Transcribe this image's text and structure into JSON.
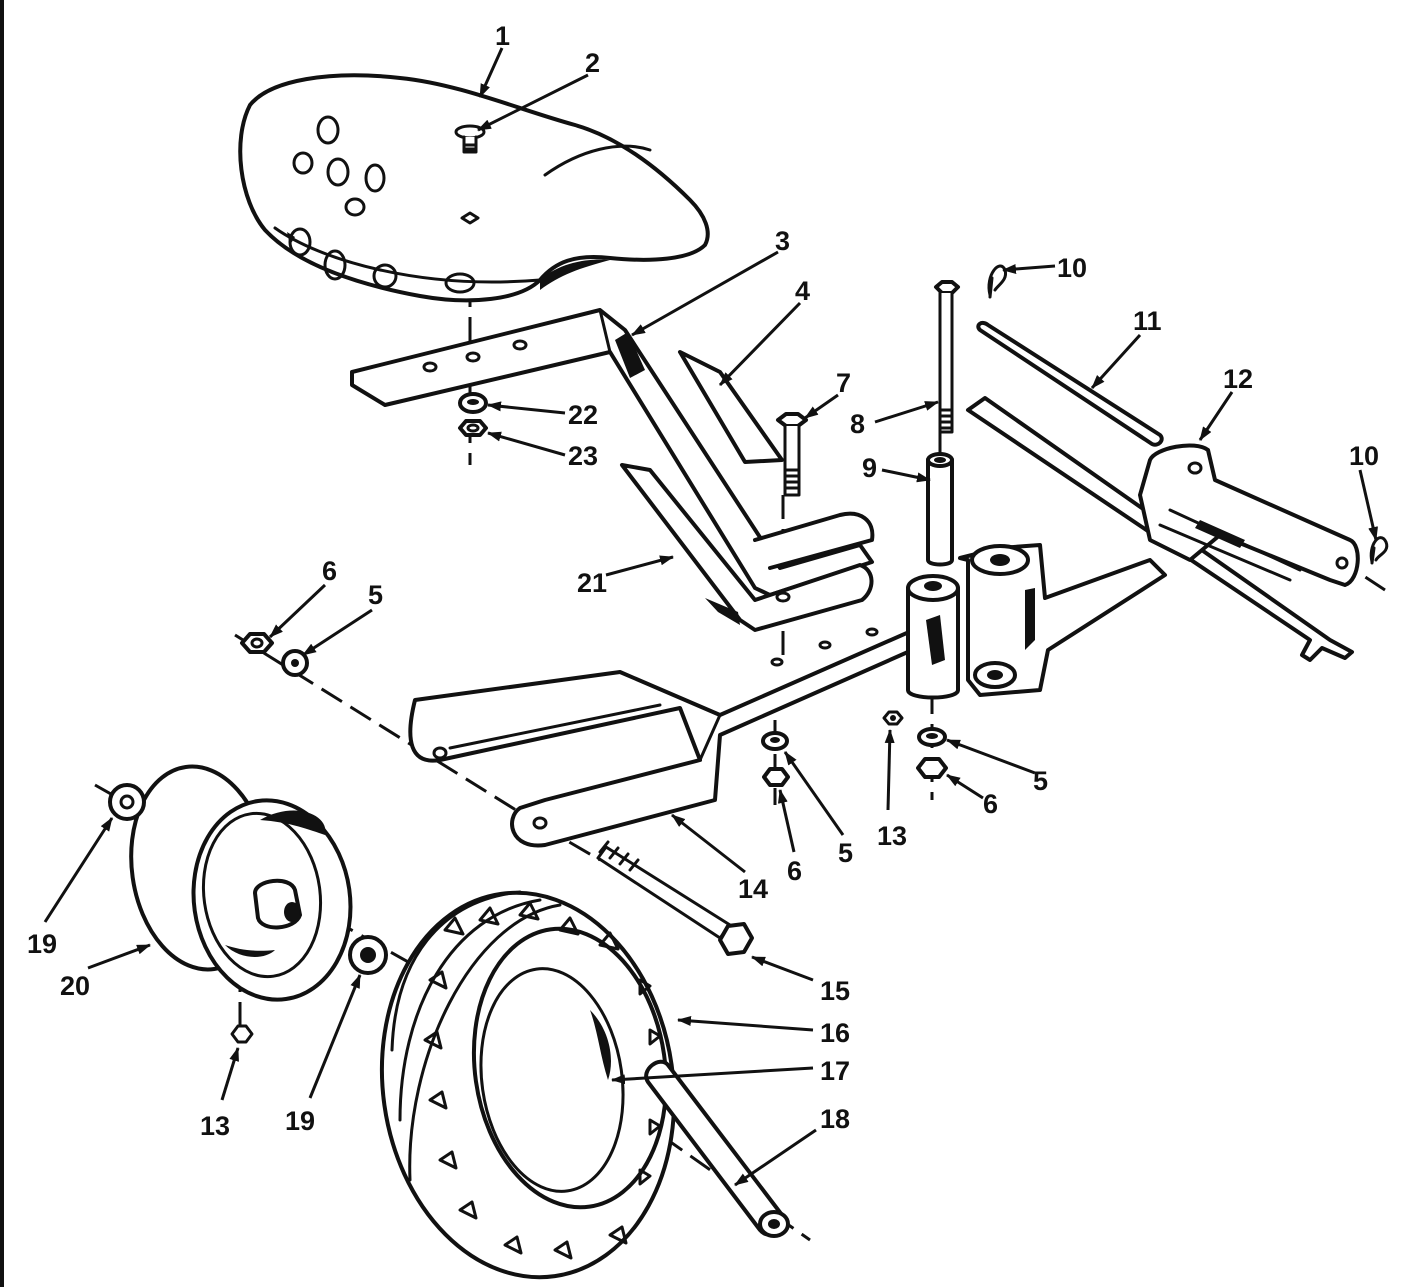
{
  "diagram": {
    "callouts": [
      {
        "id": "c1",
        "label": "1"
      },
      {
        "id": "c2",
        "label": "2"
      },
      {
        "id": "c3",
        "label": "3"
      },
      {
        "id": "c4",
        "label": "4"
      },
      {
        "id": "c7",
        "label": "7"
      },
      {
        "id": "c8",
        "label": "8"
      },
      {
        "id": "c9",
        "label": "9"
      },
      {
        "id": "c10a",
        "label": "10"
      },
      {
        "id": "c10b",
        "label": "10"
      },
      {
        "id": "c11",
        "label": "11"
      },
      {
        "id": "c12",
        "label": "12"
      },
      {
        "id": "c22",
        "label": "22"
      },
      {
        "id": "c23",
        "label": "23"
      },
      {
        "id": "c21",
        "label": "21"
      },
      {
        "id": "c6a",
        "label": "6"
      },
      {
        "id": "c5a",
        "label": "5"
      },
      {
        "id": "c5b",
        "label": "5"
      },
      {
        "id": "c6b",
        "label": "6"
      },
      {
        "id": "c5c",
        "label": "5"
      },
      {
        "id": "c6c",
        "label": "6"
      },
      {
        "id": "c13a",
        "label": "13"
      },
      {
        "id": "c14",
        "label": "14"
      },
      {
        "id": "c15",
        "label": "15"
      },
      {
        "id": "c16",
        "label": "16"
      },
      {
        "id": "c17",
        "label": "17"
      },
      {
        "id": "c18",
        "label": "18"
      },
      {
        "id": "c19a",
        "label": "19"
      },
      {
        "id": "c20",
        "label": "20"
      },
      {
        "id": "c13b",
        "label": "13"
      },
      {
        "id": "c19b",
        "label": "19"
      }
    ]
  }
}
